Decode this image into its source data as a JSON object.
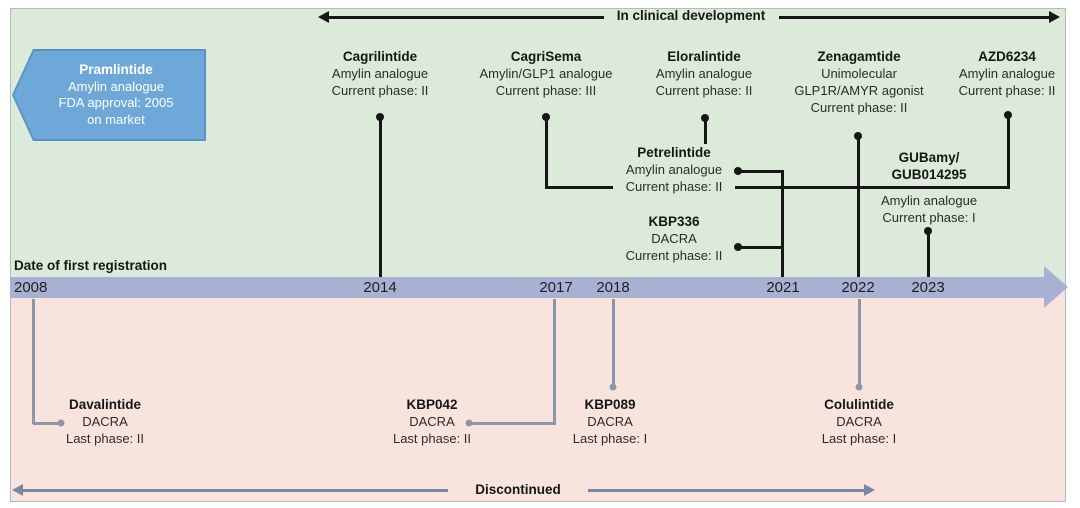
{
  "figure": {
    "top_arrow_label": "In clinical development",
    "bottom_arrow_label": "Discontinued",
    "axis_label": "Date of first registration",
    "years": [
      "2008",
      "2014",
      "2017",
      "2018",
      "2021",
      "2022",
      "2023"
    ]
  },
  "approved_drug": {
    "name": "Pramlintide",
    "line1": "Amylin analogue",
    "line2": "FDA approval: 2005",
    "line3": "on market"
  },
  "in_development": [
    {
      "name": "Cagrilintide",
      "line1": "Amylin analogue",
      "line2": "Current phase: II"
    },
    {
      "name": "CagriSema",
      "line1": "Amylin/GLP1 analogue",
      "line2": "Current phase: III"
    },
    {
      "name": "Eloralintide",
      "line1": "Amylin analogue",
      "line2": "Current phase: II"
    },
    {
      "name": "Petrelintide",
      "line1": "Amylin analogue",
      "line2": "Current phase: II"
    },
    {
      "name": "KBP336",
      "line1": "DACRA",
      "line2": "Current phase: II"
    },
    {
      "name": "Zenagamtide",
      "line1": "Unimolecular",
      "line2": "GLP1R/AMYR agonist",
      "line3": "Current phase: II"
    },
    {
      "name": "GUBamy/",
      "name2": "GUB014295",
      "line1": "Amylin analogue",
      "line2": "Current phase: I"
    },
    {
      "name": "AZD6234",
      "line1": "Amylin analogue",
      "line2": "Current phase: II"
    }
  ],
  "discontinued": [
    {
      "name": "Davalintide",
      "line1": "DACRA",
      "line2": "Last phase: II"
    },
    {
      "name": "KBP042",
      "line1": "DACRA",
      "line2": "Last phase: II"
    },
    {
      "name": "KBP089",
      "line1": "DACRA",
      "line2": "Last phase: I"
    },
    {
      "name": "Colulintide",
      "line1": "DACRA",
      "line2": "Last phase: I"
    }
  ],
  "colors": {
    "green_bg": "#dcebd9",
    "pink_bg": "#f9e4dd",
    "bar_color": "#a8b1d3",
    "line_black": "#161616",
    "line_gray": "#8d95a9",
    "arrow_gray": "#7b88a5",
    "badge_blue": "#6ea8d9",
    "badge_edge": "#5892c6"
  }
}
